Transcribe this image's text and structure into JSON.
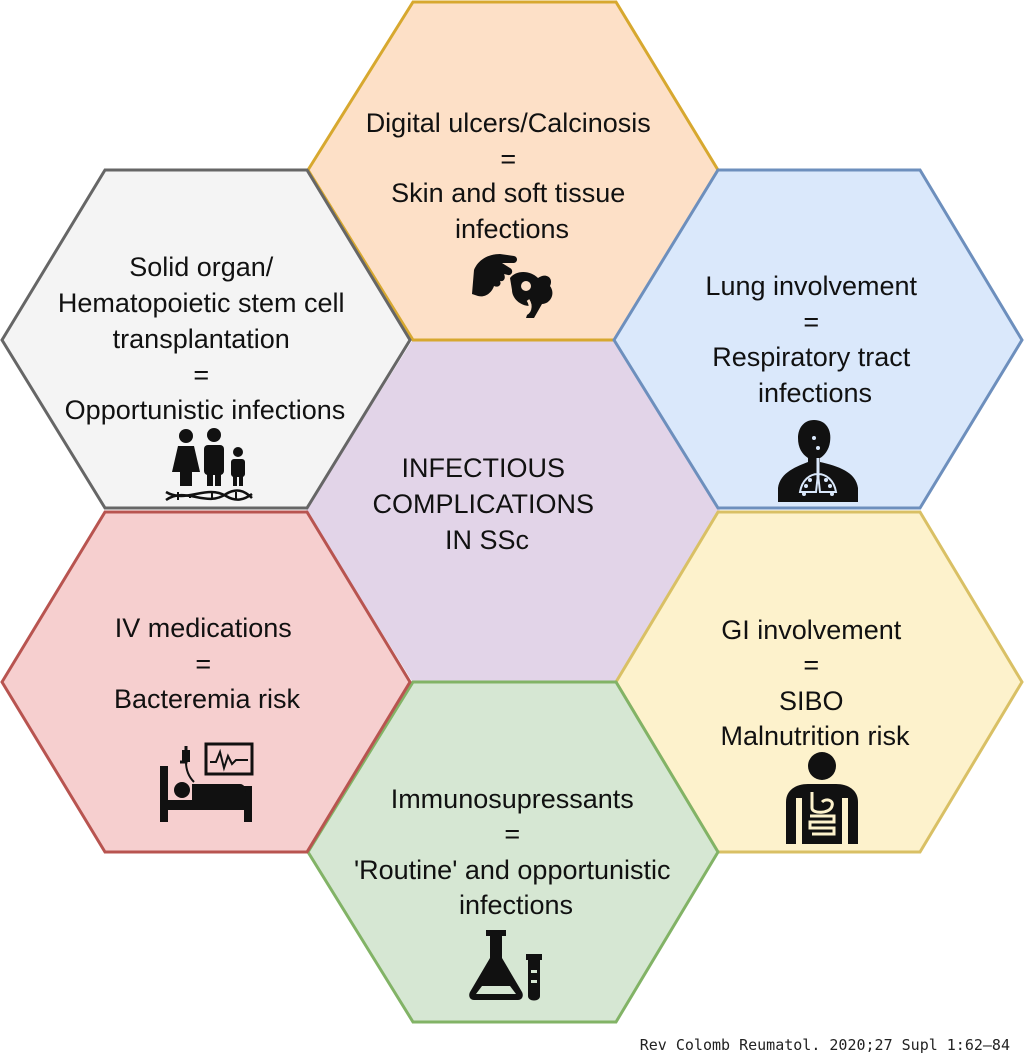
{
  "diagram": {
    "center": {
      "lines": [
        "INFECTIOUS",
        "COMPLICATIONS",
        "IN SSc"
      ],
      "fill": "#e2d4e8",
      "stroke": "#e2d4e8"
    },
    "cells": [
      {
        "id": "top",
        "lines": [
          "Digital ulcers/Calcinosis",
          "=",
          "Skin and soft tissue",
          "infections"
        ],
        "fill": "#fde0c7",
        "stroke": "#d7a82f",
        "icon": "sign-language-hands-icon"
      },
      {
        "id": "upper-right",
        "lines": [
          "Lung involvement",
          "=",
          "Respiratory tract",
          "infections"
        ],
        "fill": "#dae8fb",
        "stroke": "#6d8fbd",
        "icon": "lungs-torso-icon"
      },
      {
        "id": "lower-right",
        "lines": [
          "GI involvement",
          "=",
          "SIBO",
          "Malnutrition risk"
        ],
        "fill": "#fdf2cc",
        "stroke": "#d9c065",
        "icon": "digestive-torso-icon"
      },
      {
        "id": "bottom",
        "lines": [
          "Immunosupressants",
          "=",
          "'Routine' and opportunistic",
          "infections"
        ],
        "fill": "#d6e7d3",
        "stroke": "#82b366",
        "icon": "lab-flask-icon"
      },
      {
        "id": "lower-left",
        "lines": [
          "IV medications",
          "=",
          "Bacteremia risk"
        ],
        "fill": "#f6cfcf",
        "stroke": "#b85450",
        "icon": "hospital-bed-icon"
      },
      {
        "id": "upper-left",
        "lines": [
          "Solid organ/",
          "Hematopoietic stem cell",
          "transplantation",
          "=",
          "Opportunistic infections"
        ],
        "fill": "#f4f4f4",
        "stroke": "#666666",
        "icon": "family-dna-icon"
      }
    ]
  },
  "citation": "Rev Colomb Reumatol. 2020;27 Supl 1:62–84"
}
